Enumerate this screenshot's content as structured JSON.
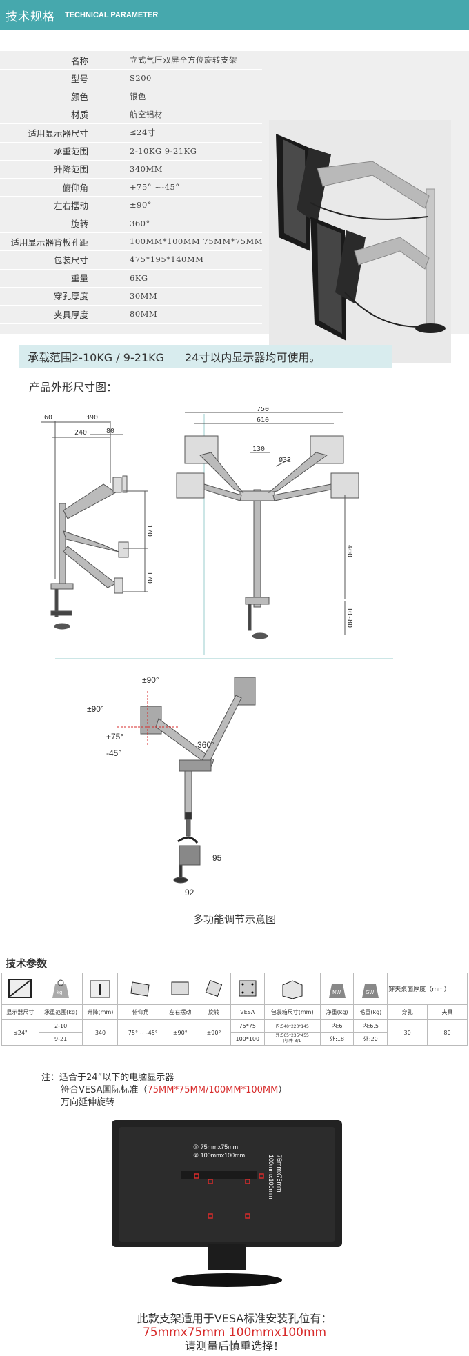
{
  "header": {
    "title_cn": "技术规格",
    "title_en": "TECHNICAL PARAMETER"
  },
  "specs": [
    {
      "label": "名称",
      "value": "立式气压双屏全方位旋转支架"
    },
    {
      "label": "型号",
      "value": "S200"
    },
    {
      "label": "颜色",
      "value": "银色"
    },
    {
      "label": "材质",
      "value": "航空铝材"
    },
    {
      "label": "适用显示器尺寸",
      "value": "≤24寸"
    },
    {
      "label": "承重范围",
      "value": "2-10KG 9-21KG"
    },
    {
      "label": "升降范围",
      "value": "340MM"
    },
    {
      "label": "俯仰角",
      "value": "+75° ~-45°"
    },
    {
      "label": "左右摆动",
      "value": "±90°"
    },
    {
      "label": "旋转",
      "value": "360°"
    },
    {
      "label": "适用显示器背板孔距",
      "value": "100MM*100MM  75MM*75MM"
    },
    {
      "label": "包装尺寸",
      "value": "475*195*140MM"
    },
    {
      "label": "重量",
      "value": "6KG"
    },
    {
      "label": "穿孔厚度",
      "value": "30MM"
    },
    {
      "label": "夹具厚度",
      "value": "80MM"
    }
  ],
  "highlight": {
    "load": "承载范围2-10KG / 9-21KG",
    "size": "24寸以内显示器均可使用。"
  },
  "dims": {
    "title": "产品外形尺寸图：",
    "side": [
      "60",
      "390",
      "240",
      "80",
      "170",
      "170"
    ],
    "front": [
      "750",
      "610",
      "130",
      "Ø32",
      "400",
      "10-80"
    ]
  },
  "adjust": {
    "caption": "多功能调节示意图",
    "labels": [
      "±90°",
      "±90°",
      "+75°",
      "-45°",
      "360°",
      "95",
      "92"
    ]
  },
  "param_table": {
    "title": "技术参数",
    "corner": "穿夹桌面厚度（mm）",
    "icon_texts": [
      "kg",
      "NW",
      "GW"
    ],
    "headers": [
      "显示器尺寸",
      "承重范围(kg)",
      "升降(mm)",
      "俯仰角",
      "左右摆动",
      "旋转",
      "VESA",
      "包装箱尺寸(mm)",
      "净重(kg)",
      "毛重(kg)",
      "穿孔",
      "夹具"
    ],
    "size": "≤24\"",
    "load1": "2-10",
    "load2": "9-21",
    "lift": "340",
    "tilt": "+75° ~ -45°",
    "swing": "±90°",
    "rotate": "±90°",
    "vesa1": "75*75",
    "vesa2": "100*100",
    "box1": "内:540*220*145",
    "box2": "外:565*235*455",
    "box3": "内:件 3/1",
    "nw1": "内:6",
    "nw2": "外:18",
    "gw1": "内:6.5",
    "gw2": "外:20",
    "hole": "30",
    "clamp": "80"
  },
  "note": {
    "line1": "注：适合于24”以下的电脑显示器",
    "line2_pre": "符合VESA国际标准（",
    "line2_red": "75MM*75MM/100MM*100MM",
    "line2_post": "）",
    "line3": "万向延伸旋转"
  },
  "monitor_back": {
    "label1": "① 75mmx75mm",
    "label2": "② 100mmx100mm",
    "vlabel1": "75mmx75mm",
    "vlabel2": "100mmx100mm"
  },
  "bottom": {
    "line1": "此款支架适用于VESA标准安装孔位有：",
    "line2": "75mmx75mm    100mmx100mm",
    "line3": "请测量后慎重选择！"
  }
}
